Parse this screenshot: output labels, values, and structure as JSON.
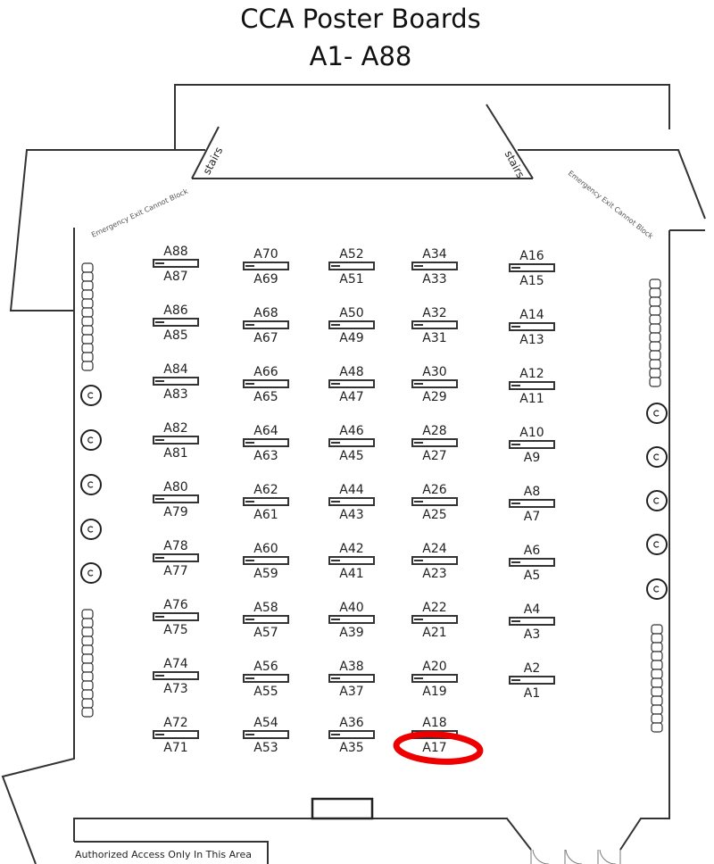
{
  "title_line1": "CCA Poster Boards",
  "title_line2": "A1- A88",
  "stairs_label": "stairs",
  "emergency_label": "Emergency Exit Cannot Block",
  "authorized_label": "Authorized Access Only In This Area",
  "highlight_color": "#ee0000",
  "highlighted_board": "A17",
  "columns": [
    [
      [
        "A88",
        "A87"
      ],
      [
        "A86",
        "A85"
      ],
      [
        "A84",
        "A83"
      ],
      [
        "A82",
        "A81"
      ],
      [
        "A80",
        "A79"
      ],
      [
        "A78",
        "A77"
      ],
      [
        "A76",
        "A75"
      ],
      [
        "A74",
        "A73"
      ],
      [
        "A72",
        "A71"
      ]
    ],
    [
      [
        "A70",
        "A69"
      ],
      [
        "A68",
        "A67"
      ],
      [
        "A66",
        "A65"
      ],
      [
        "A64",
        "A63"
      ],
      [
        "A62",
        "A61"
      ],
      [
        "A60",
        "A59"
      ],
      [
        "A58",
        "A57"
      ],
      [
        "A56",
        "A55"
      ],
      [
        "A54",
        "A53"
      ]
    ],
    [
      [
        "A52",
        "A51"
      ],
      [
        "A50",
        "A49"
      ],
      [
        "A48",
        "A47"
      ],
      [
        "A46",
        "A45"
      ],
      [
        "A44",
        "A43"
      ],
      [
        "A42",
        "A41"
      ],
      [
        "A40",
        "A39"
      ],
      [
        "A38",
        "A37"
      ],
      [
        "A36",
        "A35"
      ]
    ],
    [
      [
        "A34",
        "A33"
      ],
      [
        "A32",
        "A31"
      ],
      [
        "A30",
        "A29"
      ],
      [
        "A28",
        "A27"
      ],
      [
        "A26",
        "A25"
      ],
      [
        "A24",
        "A23"
      ],
      [
        "A22",
        "A21"
      ],
      [
        "A20",
        "A19"
      ],
      [
        "A18",
        "A17"
      ]
    ],
    [
      [
        "A16",
        "A15"
      ],
      [
        "A14",
        "A13"
      ],
      [
        "A12",
        "A11"
      ],
      [
        "A10",
        "A9"
      ],
      [
        "A8",
        "A7"
      ],
      [
        "A6",
        "A5"
      ],
      [
        "A4",
        "A3"
      ],
      [
        "A2",
        "A1"
      ]
    ]
  ]
}
